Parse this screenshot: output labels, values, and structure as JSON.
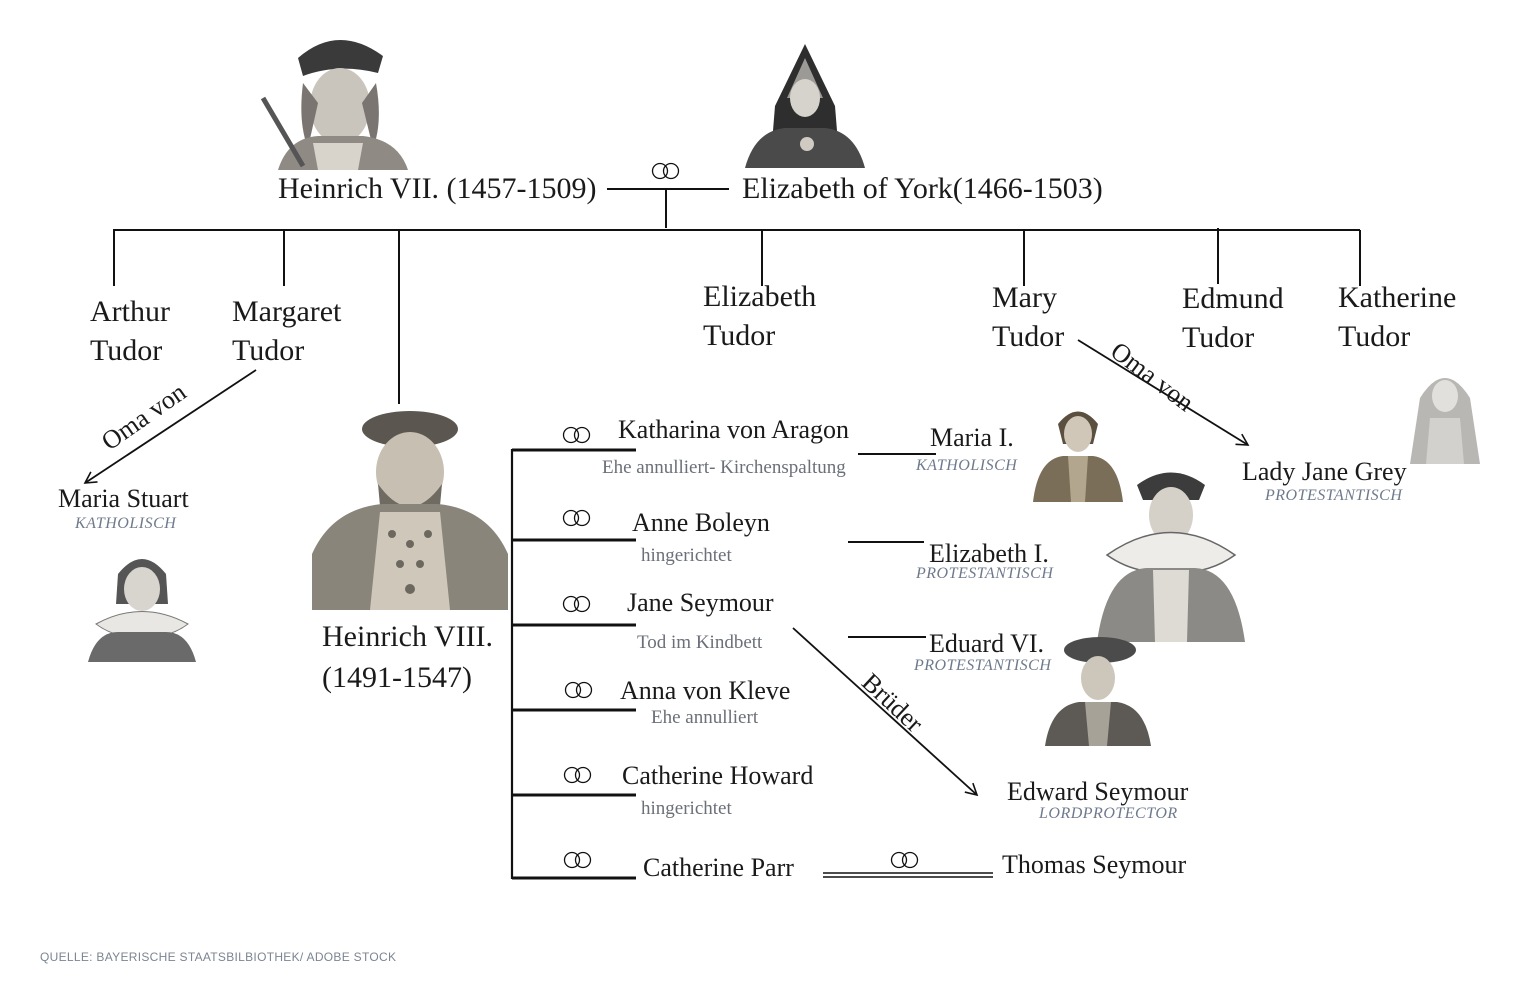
{
  "parents": {
    "father": "Heinrich VII. (1457-1509)",
    "mother": "Elizabeth of York(1466-1503)"
  },
  "children": {
    "arthur": [
      "Arthur",
      "Tudor"
    ],
    "margaret": [
      "Margaret",
      "Tudor"
    ],
    "elizabeth": [
      "Elizabeth",
      "Tudor"
    ],
    "mary": [
      "Mary",
      "Tudor"
    ],
    "edmund": [
      "Edmund",
      "Tudor"
    ],
    "katherine": [
      "Katherine",
      "Tudor"
    ]
  },
  "henry8": {
    "name": "Heinrich VIII.",
    "years": "(1491-1547)"
  },
  "wives": [
    {
      "name": "Katharina von Aragon",
      "note": "Ehe annulliert- Kirchenspaltung"
    },
    {
      "name": "Anne Boleyn",
      "note": "hingerichtet"
    },
    {
      "name": "Jane Seymour",
      "note": "Tod im Kindbett"
    },
    {
      "name": "Anna von Kleve",
      "note": "Ehe annulliert"
    },
    {
      "name": "Catherine Howard",
      "note": "hingerichtet"
    },
    {
      "name": "Catherine Parr",
      "note": ""
    }
  ],
  "offspring": {
    "maria1": {
      "name": "Maria I.",
      "confession": "KATHOLISCH"
    },
    "elizabeth1": {
      "name": "Elizabeth I.",
      "confession": "PROTESTANTISCH"
    },
    "eduard6": {
      "name": "Eduard VI.",
      "confession": "PROTESTANTISCH"
    }
  },
  "others": {
    "maria_stuart": {
      "name": "Maria Stuart",
      "confession": "KATHOLISCH"
    },
    "lady_jane": {
      "name": "Lady Jane Grey",
      "confession": "PROTESTANTISCH"
    },
    "edward_seymour": {
      "name": "Edward Seymour",
      "role": "LORDPROTECTOR"
    },
    "thomas_seymour": {
      "name": "Thomas Seymour"
    }
  },
  "annotations": {
    "oma_von_1": "Oma von",
    "oma_von_2": "Oma von",
    "brueder": "Brüder"
  },
  "source": "QUELLE: BAYERISCHE STAATSBILBIOTHEK/ ADOBE STOCK"
}
